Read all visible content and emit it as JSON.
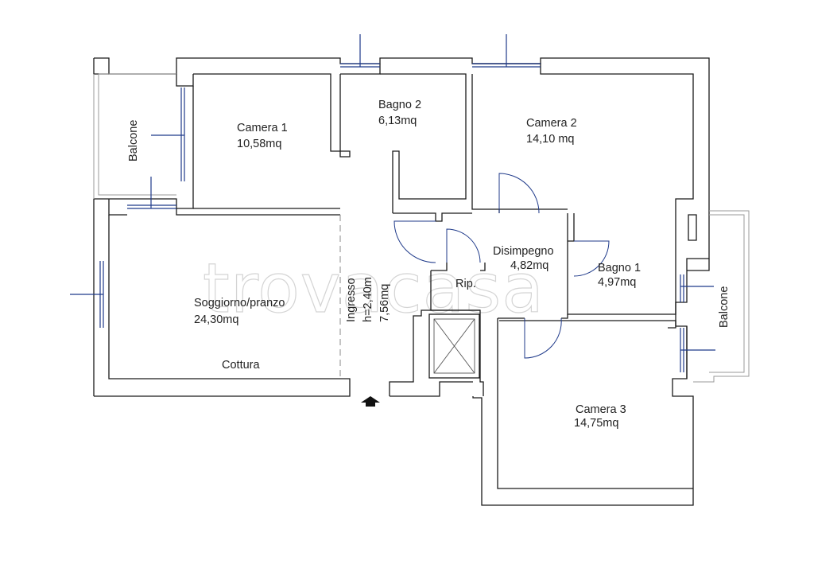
{
  "rooms": {
    "camera1": {
      "name": "Camera 1",
      "area": "10,58mq"
    },
    "bagno2": {
      "name": "Bagno 2",
      "area": "6,13mq"
    },
    "camera2": {
      "name": "Camera 2",
      "area": "14,10 mq"
    },
    "soggiorno": {
      "name": "Soggiorno/pranzo",
      "area": "24,30mq",
      "note": "Cottura"
    },
    "disimpegno": {
      "name": "Disimpegno",
      "area": "4,82mq"
    },
    "bagno1": {
      "name": "Bagno 1",
      "area": "4,97mq"
    },
    "rip": {
      "name": "Rip."
    },
    "ingresso": {
      "name": "Ingresso",
      "height": "h=2,40m",
      "area": "7,56mq"
    },
    "camera3": {
      "name": "Camera 3",
      "area": "14,75mq"
    },
    "balcone_left": {
      "name": "Balcone"
    },
    "balcone_right": {
      "name": "Balcone"
    }
  },
  "watermark": "trovacasa",
  "colors": {
    "wall": "#1a1a1a",
    "window": "#1f3a8a",
    "watermark": "#d4d4d4"
  },
  "icons": {
    "entrance": "entrance-arrow-icon",
    "elevator": "elevator-shaft-icon"
  }
}
